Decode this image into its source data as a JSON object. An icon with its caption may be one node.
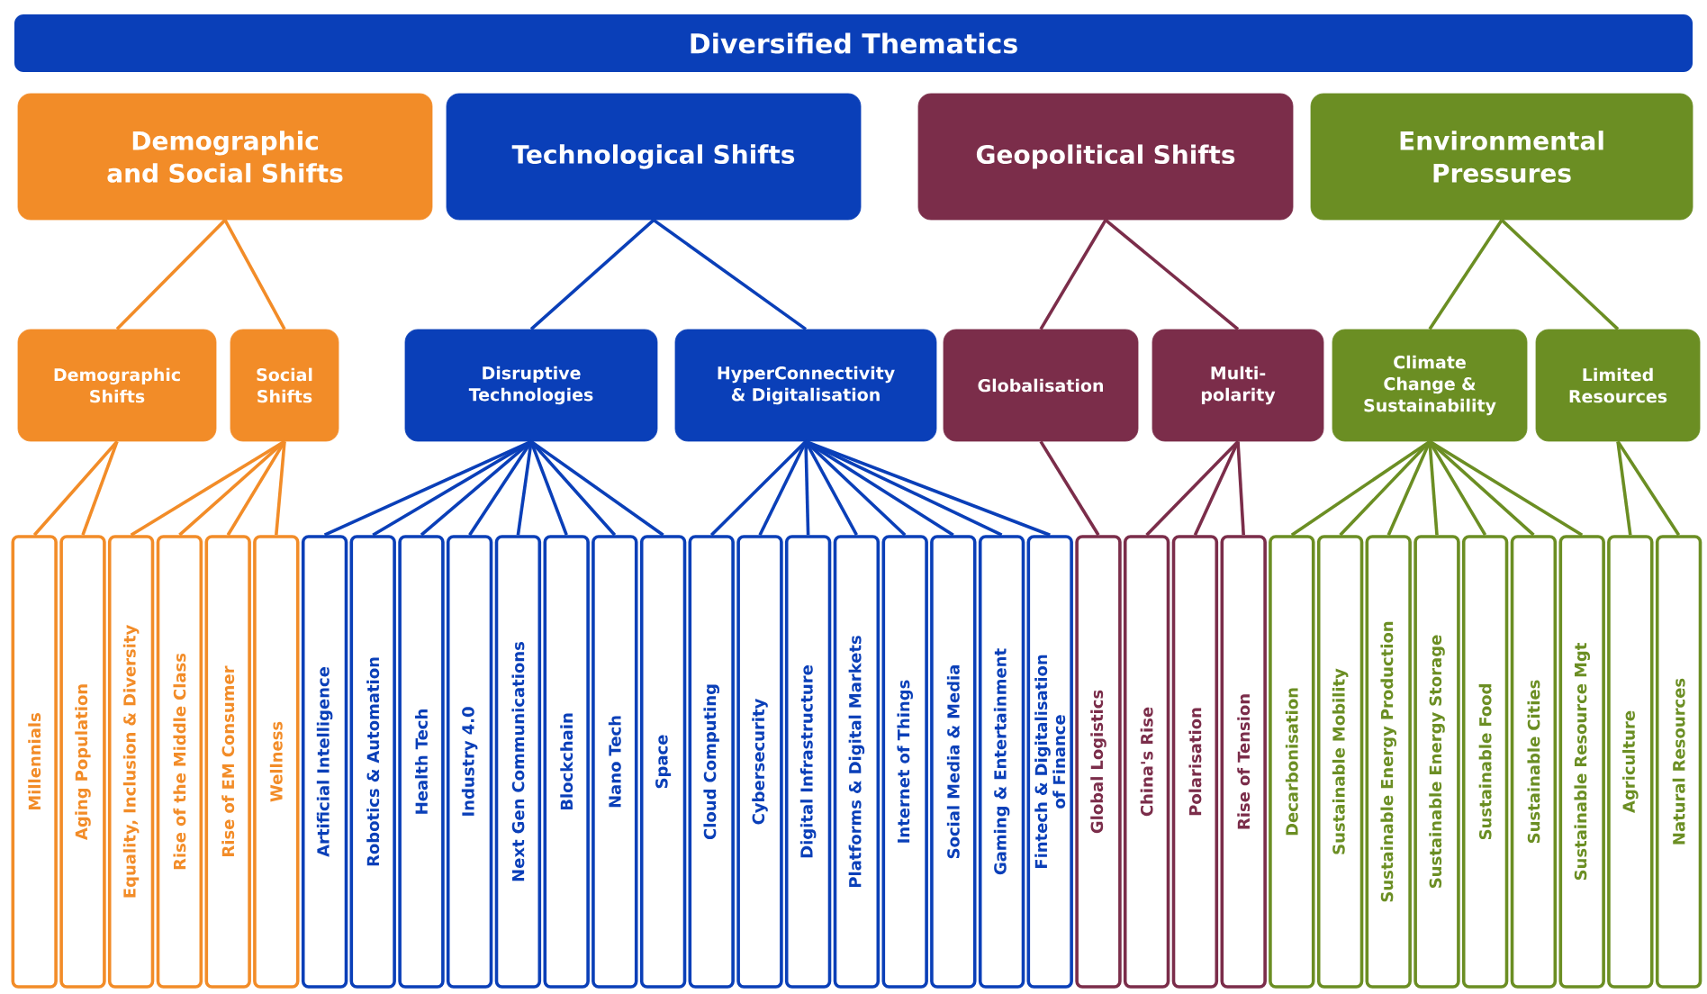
{
  "diagram": {
    "title": "Diversified Thematics",
    "nodes": [
      {
        "text": [
          "Demographic and Social Shifts"
        ]
      },
      {
        "text": [
          "Technological Shifts"
        ]
      },
      {
        "text": [
          "Geopolitical Shifts"
        ]
      },
      {
        "text": [
          "Environmental Pressures"
        ]
      },
      {
        "text": [
          "Demographic Shifts"
        ]
      },
      {
        "text": [
          "Social Shifts"
        ]
      },
      {
        "text": [
          "Disruptive Technologies"
        ]
      },
      {
        "text": [
          "HyperConnectivity & Digitalisation"
        ]
      },
      {
        "text": [
          "Globalisation"
        ]
      },
      {
        "text": [
          "Multi-polarity"
        ]
      },
      {
        "text": [
          "Climate Change & Sustainability"
        ]
      },
      {
        "text": [
          "Limited Resources"
        ]
      },
      {
        "text": [
          "Millennials"
        ]
      },
      {
        "text": [
          "Aging Population"
        ]
      },
      {
        "text": [
          "Equality, Inclusion & Diversity"
        ]
      },
      {
        "text": [
          "Rise of the Middle Class"
        ]
      },
      {
        "text": [
          "Rise of EM Consumer"
        ]
      },
      {
        "text": [
          "Wellness"
        ]
      },
      {
        "text": [
          "Artificial Intelligence"
        ]
      },
      {
        "text": [
          "Robotics & Automation"
        ]
      },
      {
        "text": [
          "Health Tech"
        ]
      },
      {
        "text": [
          "Industry 4.0"
        ]
      },
      {
        "text": [
          "Next Gen Communications"
        ]
      },
      {
        "text": [
          "Blockchain"
        ]
      },
      {
        "text": [
          "Nano Tech"
        ]
      },
      {
        "text": [
          "Space"
        ]
      },
      {
        "text": [
          "Cloud Computing"
        ]
      },
      {
        "text": [
          "Cybersecurity"
        ]
      },
      {
        "text": [
          "Digital Infrastructure"
        ]
      },
      {
        "text": [
          "Platforms & Digital Markets"
        ]
      },
      {
        "text": [
          "Internet of Things"
        ]
      },
      {
        "text": [
          "Social Media & Media"
        ]
      },
      {
        "text": [
          "Gaming & Entertainment"
        ]
      },
      {
        "text": [
          "Fintech & Digitalisation of Finance"
        ]
      },
      {
        "text": [
          "Global Logistics"
        ]
      },
      {
        "text": [
          "China's Rise"
        ]
      },
      {
        "text": [
          "Polarisation"
        ]
      },
      {
        "text": [
          "Rise of Tension"
        ]
      },
      {
        "text": [
          "Decarbonisation"
        ]
      },
      {
        "text": [
          "Sustainable Mobility"
        ]
      },
      {
        "text": [
          "Sustainable Energy Production"
        ]
      },
      {
        "text": [
          "Sustainable Energy Storage"
        ]
      },
      {
        "text": [
          "Sustainable Food"
        ]
      },
      {
        "text": [
          "Sustainable Cities"
        ]
      },
      {
        "text": [
          "Sustainable Resource Mgt"
        ]
      },
      {
        "text": [
          "Agriculture"
        ]
      },
      {
        "text": [
          "Natural Resources"
        ]
      }
    ],
    "edges": [
      {
        "from": 0,
        "to": 4,
        "arrow": "none",
        "color": "#f28c28"
      },
      {
        "from": 0,
        "to": 5,
        "arrow": "none",
        "color": "#f28c28"
      },
      {
        "from": 1,
        "to": 6,
        "arrow": "none",
        "color": "#0a3fb8"
      },
      {
        "from": 1,
        "to": 7,
        "arrow": "none",
        "color": "#0a3fb8"
      },
      {
        "from": 2,
        "to": 8,
        "arrow": "none",
        "color": "#7b2d4a"
      },
      {
        "from": 2,
        "to": 9,
        "arrow": "none",
        "color": "#7b2d4a"
      },
      {
        "from": 3,
        "to": 10,
        "arrow": "none",
        "color": "#6b8e23"
      },
      {
        "from": 3,
        "to": 11,
        "arrow": "none",
        "color": "#6b8e23"
      },
      {
        "from": 4,
        "to": 12,
        "arrow": "none",
        "color": "#f28c28"
      },
      {
        "from": 4,
        "to": 13,
        "arrow": "none",
        "color": "#f28c28"
      },
      {
        "from": 5,
        "to": 14,
        "arrow": "none",
        "color": "#f28c28"
      },
      {
        "from": 5,
        "to": 15,
        "arrow": "none",
        "color": "#f28c28"
      },
      {
        "from": 5,
        "to": 16,
        "arrow": "none",
        "color": "#f28c28"
      },
      {
        "from": 5,
        "to": 17,
        "arrow": "none",
        "color": "#f28c28"
      },
      {
        "from": 6,
        "to": 18,
        "arrow": "none",
        "color": "#0a3fb8"
      },
      {
        "from": 6,
        "to": 19,
        "arrow": "none",
        "color": "#0a3fb8"
      },
      {
        "from": 6,
        "to": 20,
        "arrow": "none",
        "color": "#0a3fb8"
      },
      {
        "from": 6,
        "to": 21,
        "arrow": "none",
        "color": "#0a3fb8"
      },
      {
        "from": 6,
        "to": 22,
        "arrow": "none",
        "color": "#0a3fb8"
      },
      {
        "from": 6,
        "to": 23,
        "arrow": "none",
        "color": "#0a3fb8"
      },
      {
        "from": 6,
        "to": 24,
        "arrow": "none",
        "color": "#0a3fb8"
      },
      {
        "from": 6,
        "to": 25,
        "arrow": "none",
        "color": "#0a3fb8"
      },
      {
        "from": 7,
        "to": 26,
        "arrow": "none",
        "color": "#0a3fb8"
      },
      {
        "from": 7,
        "to": 27,
        "arrow": "none",
        "color": "#0a3fb8"
      },
      {
        "from": 7,
        "to": 28,
        "arrow": "none",
        "color": "#0a3fb8"
      },
      {
        "from": 7,
        "to": 29,
        "arrow": "none",
        "color": "#0a3fb8"
      },
      {
        "from": 7,
        "to": 30,
        "arrow": "none",
        "color": "#0a3fb8"
      },
      {
        "from": 7,
        "to": 31,
        "arrow": "none",
        "color": "#0a3fb8"
      },
      {
        "from": 7,
        "to": 32,
        "arrow": "none",
        "color": "#0a3fb8"
      },
      {
        "from": 7,
        "to": 33,
        "arrow": "none",
        "color": "#0a3fb8"
      },
      {
        "from": 8,
        "to": 34,
        "arrow": "none",
        "color": "#7b2d4a"
      },
      {
        "from": 9,
        "to": 35,
        "arrow": "none",
        "color": "#7b2d4a"
      },
      {
        "from": 9,
        "to": 36,
        "arrow": "none",
        "color": "#7b2d4a"
      },
      {
        "from": 9,
        "to": 37,
        "arrow": "none",
        "color": "#7b2d4a"
      },
      {
        "from": 10,
        "to": 38,
        "arrow": "none",
        "color": "#6b8e23"
      },
      {
        "from": 10,
        "to": 39,
        "arrow": "none",
        "color": "#6b8e23"
      },
      {
        "from": 10,
        "to": 40,
        "arrow": "none",
        "color": "#6b8e23"
      },
      {
        "from": 10,
        "to": 41,
        "arrow": "none",
        "color": "#6b8e23"
      },
      {
        "from": 10,
        "to": 42,
        "arrow": "none",
        "color": "#6b8e23"
      },
      {
        "from": 10,
        "to": 43,
        "arrow": "none",
        "color": "#6b8e23"
      },
      {
        "from": 10,
        "to": 44,
        "arrow": "none",
        "color": "#6b8e23"
      },
      {
        "from": 11,
        "to": 45,
        "arrow": "none",
        "color": "#6b8e23"
      },
      {
        "from": 11,
        "to": 46,
        "arrow": "none",
        "color": "#6b8e23"
      }
    ]
  }
}
